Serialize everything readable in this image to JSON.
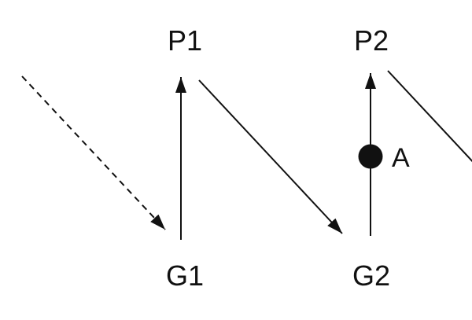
{
  "nodes": {
    "p1": "P1",
    "p2": "P2",
    "g1": "G1",
    "g2": "G2",
    "point_a": "A"
  },
  "colors": {
    "stroke": "#111111",
    "background": "#ffffff"
  }
}
